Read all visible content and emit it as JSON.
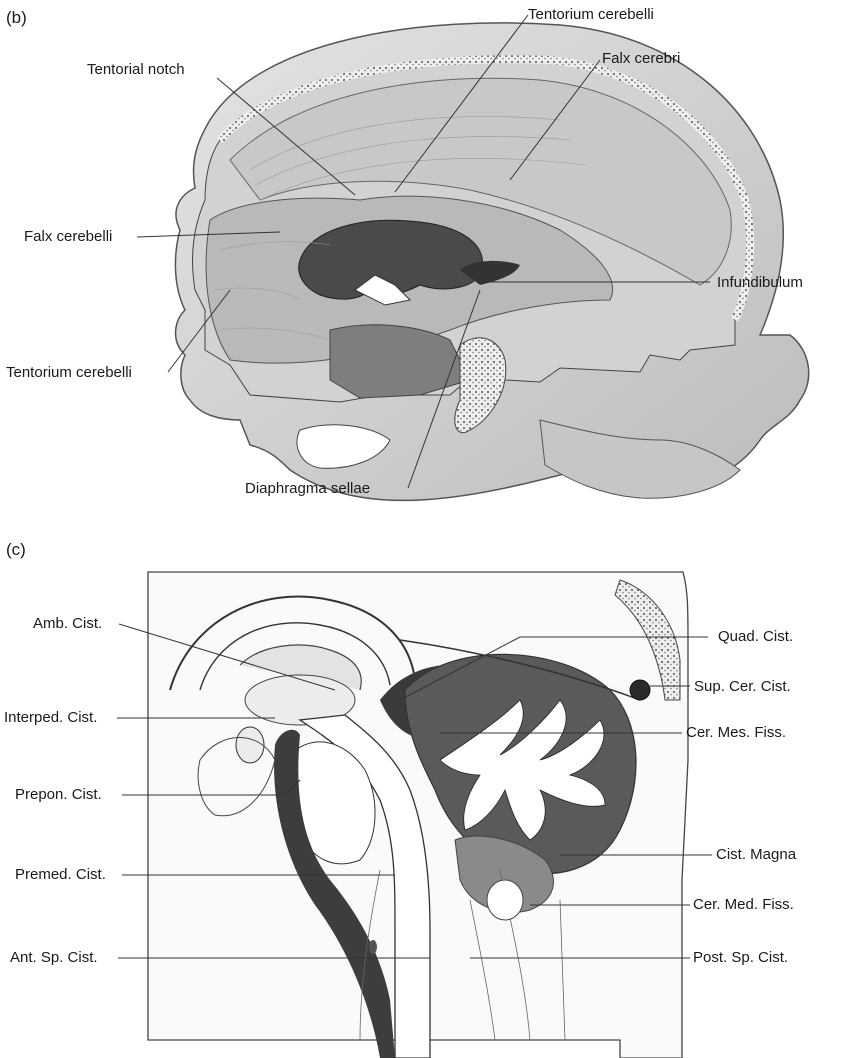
{
  "panel_b": {
    "label": "(b)",
    "labels": {
      "tentorium_top": "Tentorium cerebelli",
      "falx_cerebri": "Falx cerebri",
      "tentorial_notch": "Tentorial notch",
      "falx_cerebelli": "Falx cerebelli",
      "infundibulum": "Infundibulum",
      "tentorium_left": "Tentorium cerebelli",
      "diaphragma_sellae": "Diaphragma sellae"
    }
  },
  "panel_c": {
    "label": "(c)",
    "labels": {
      "amb_cist": "Amb. Cist.",
      "quad_cist": "Quad. Cist.",
      "sup_cer_cist": "Sup. Cer. Cist.",
      "interped_cist": "Interped. Cist.",
      "cer_mes_fiss": "Cer. Mes. Fiss.",
      "prepon_cist": "Prepon. Cist.",
      "cist_magna": "Cist. Magna",
      "premed_cist": "Premed. Cist.",
      "cer_med_fiss": "Cer. Med. Fiss.",
      "ant_sp_cist": "Ant. Sp. Cist.",
      "post_sp_cist": "Post. Sp. Cist."
    }
  }
}
